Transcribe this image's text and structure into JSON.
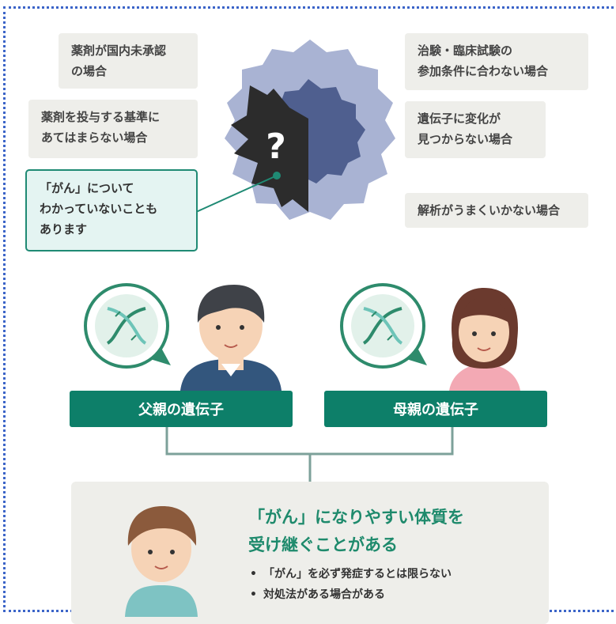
{
  "notes_left": [
    "薬剤が国内未承認\nの場合",
    "薬剤を投与する基準に\nあてはまらない場合"
  ],
  "note_highlight": "「がん」について\nわかっていないことも\nあります",
  "notes_right": [
    "治験・臨床試験の\n参加条件に合わない場合",
    "遺伝子に変化が\n見つからない場合",
    "解析がうまくいかない場合"
  ],
  "question_mark": "?",
  "father_label": "父親の遺伝子",
  "mother_label": "母親の遺伝子",
  "result_title": "「がん」になりやすい体質を\n受け継ぐことがある",
  "result_points": [
    "「がん」を必ず発症するとは限らない",
    "対処法がある場合がある"
  ],
  "colors": {
    "accent_green": "#0d7f69",
    "title_green": "#1e8a6c",
    "frame_blue": "#3b64c8",
    "note_gray": "#eeeeea",
    "blob_outer": "#a9b3d3",
    "blob_inner": "#4f5f8f",
    "blob_dark": "#2c2c2c"
  },
  "icons": [
    "dna-icon",
    "father-avatar",
    "mother-avatar",
    "child-avatar",
    "question-badge"
  ]
}
